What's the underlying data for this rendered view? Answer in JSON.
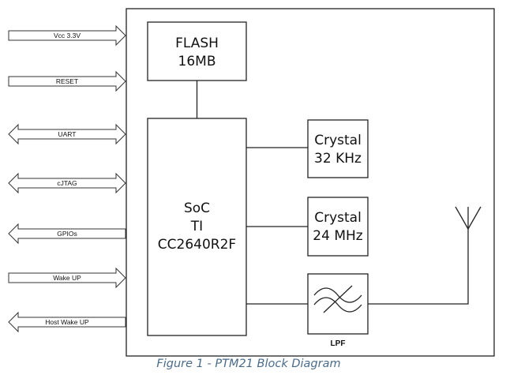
{
  "signals": [
    {
      "label": "Vcc 3.3V",
      "direction": "in"
    },
    {
      "label": "RESET",
      "direction": "in"
    },
    {
      "label": "UART",
      "direction": "both"
    },
    {
      "label": "cJTAG",
      "direction": "both"
    },
    {
      "label": "GPIOs",
      "direction": "out"
    },
    {
      "label": "Wake UP",
      "direction": "in"
    },
    {
      "label": "Host Wake UP",
      "direction": "out"
    }
  ],
  "blocks": {
    "flash": {
      "line1": "FLASH",
      "line2": "16MB"
    },
    "soc": {
      "line1": "SoC",
      "line2": "TI",
      "line3": "CC2640R2F"
    },
    "crystal_32": {
      "line1": "Crystal",
      "line2": "32 KHz"
    },
    "crystal_24": {
      "line1": "Crystal",
      "line2": "24 MHz"
    },
    "lpf": {
      "label": "LPF"
    }
  },
  "caption": "Figure 1 - PTM21 Block Diagram"
}
